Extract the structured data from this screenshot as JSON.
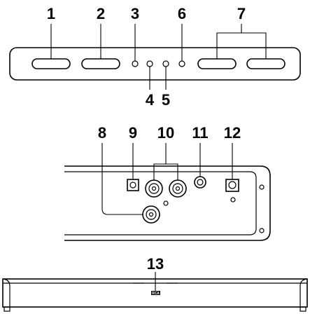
{
  "callouts": {
    "c1": "1",
    "c2": "2",
    "c3": "3",
    "c4": "4",
    "c5": "5",
    "c6": "6",
    "c7": "7",
    "c8": "8",
    "c9": "9",
    "c10": "10",
    "c11": "11",
    "c12": "12",
    "c13": "13"
  },
  "logo_text": "RCA"
}
